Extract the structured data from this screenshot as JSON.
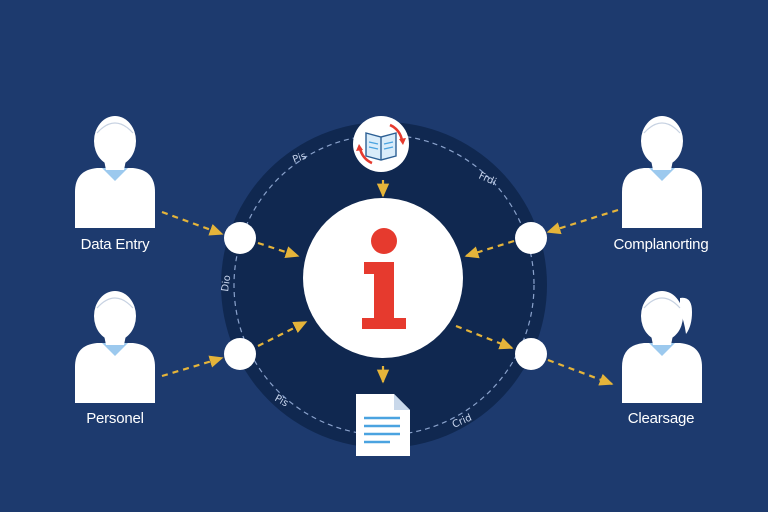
{
  "colors": {
    "background": "#1d3a6e",
    "hub_ring": "#102850",
    "connector": "#e5b43a",
    "info_red": "#e63a2e",
    "doc_blue": "#4aa3e0",
    "person_collar": "#9cc9ee"
  },
  "nodes": {
    "top_left": {
      "label": "Data Entry"
    },
    "bottom_left": {
      "label": "Personel"
    },
    "top_right": {
      "label": "Complanorting"
    },
    "bottom_right": {
      "label": "Clearsage"
    }
  },
  "ring_labels": {
    "top_left": "Pis",
    "top_right": "Frdi",
    "left": "Dio",
    "bottom_left": "Pis",
    "bottom_right": "Crid"
  },
  "icons": {
    "center": "info-icon",
    "top": "book-sync-icon",
    "bottom": "document-icon",
    "people": "person-icon"
  }
}
